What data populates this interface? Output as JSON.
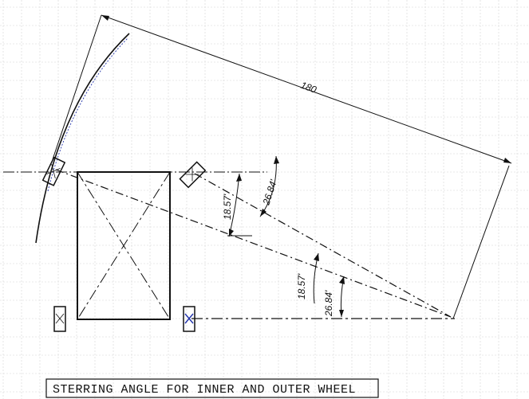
{
  "drawing": {
    "caption": "STERRING ANGLE FOR INNER AND OUTER WHEEL",
    "dimensions": {
      "length": "180",
      "inner_top": "26.84'",
      "outer_top": "18.57'",
      "outer_bottom": "18.57'",
      "inner_bottom": "26.84'"
    }
  }
}
